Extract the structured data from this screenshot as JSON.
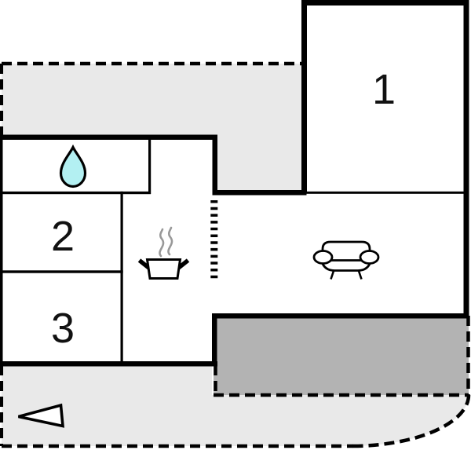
{
  "plan": {
    "rooms": [
      {
        "label": "1"
      },
      {
        "label": "2"
      },
      {
        "label": "3"
      }
    ],
    "icons": {
      "water_drop": "water-drop-icon",
      "cooking_pot": "cooking-pot-icon",
      "steam": "steam-icon",
      "sofa": "sofa-icon",
      "direction_arrow": "direction-arrow-icon"
    },
    "colors": {
      "wall": "#000000",
      "terrace_light": "#e9e9e9",
      "terrace_dark": "#b3b3b3",
      "water_drop_fill": "#b3f0f2",
      "steam": "#999999",
      "label": "#111111"
    }
  }
}
